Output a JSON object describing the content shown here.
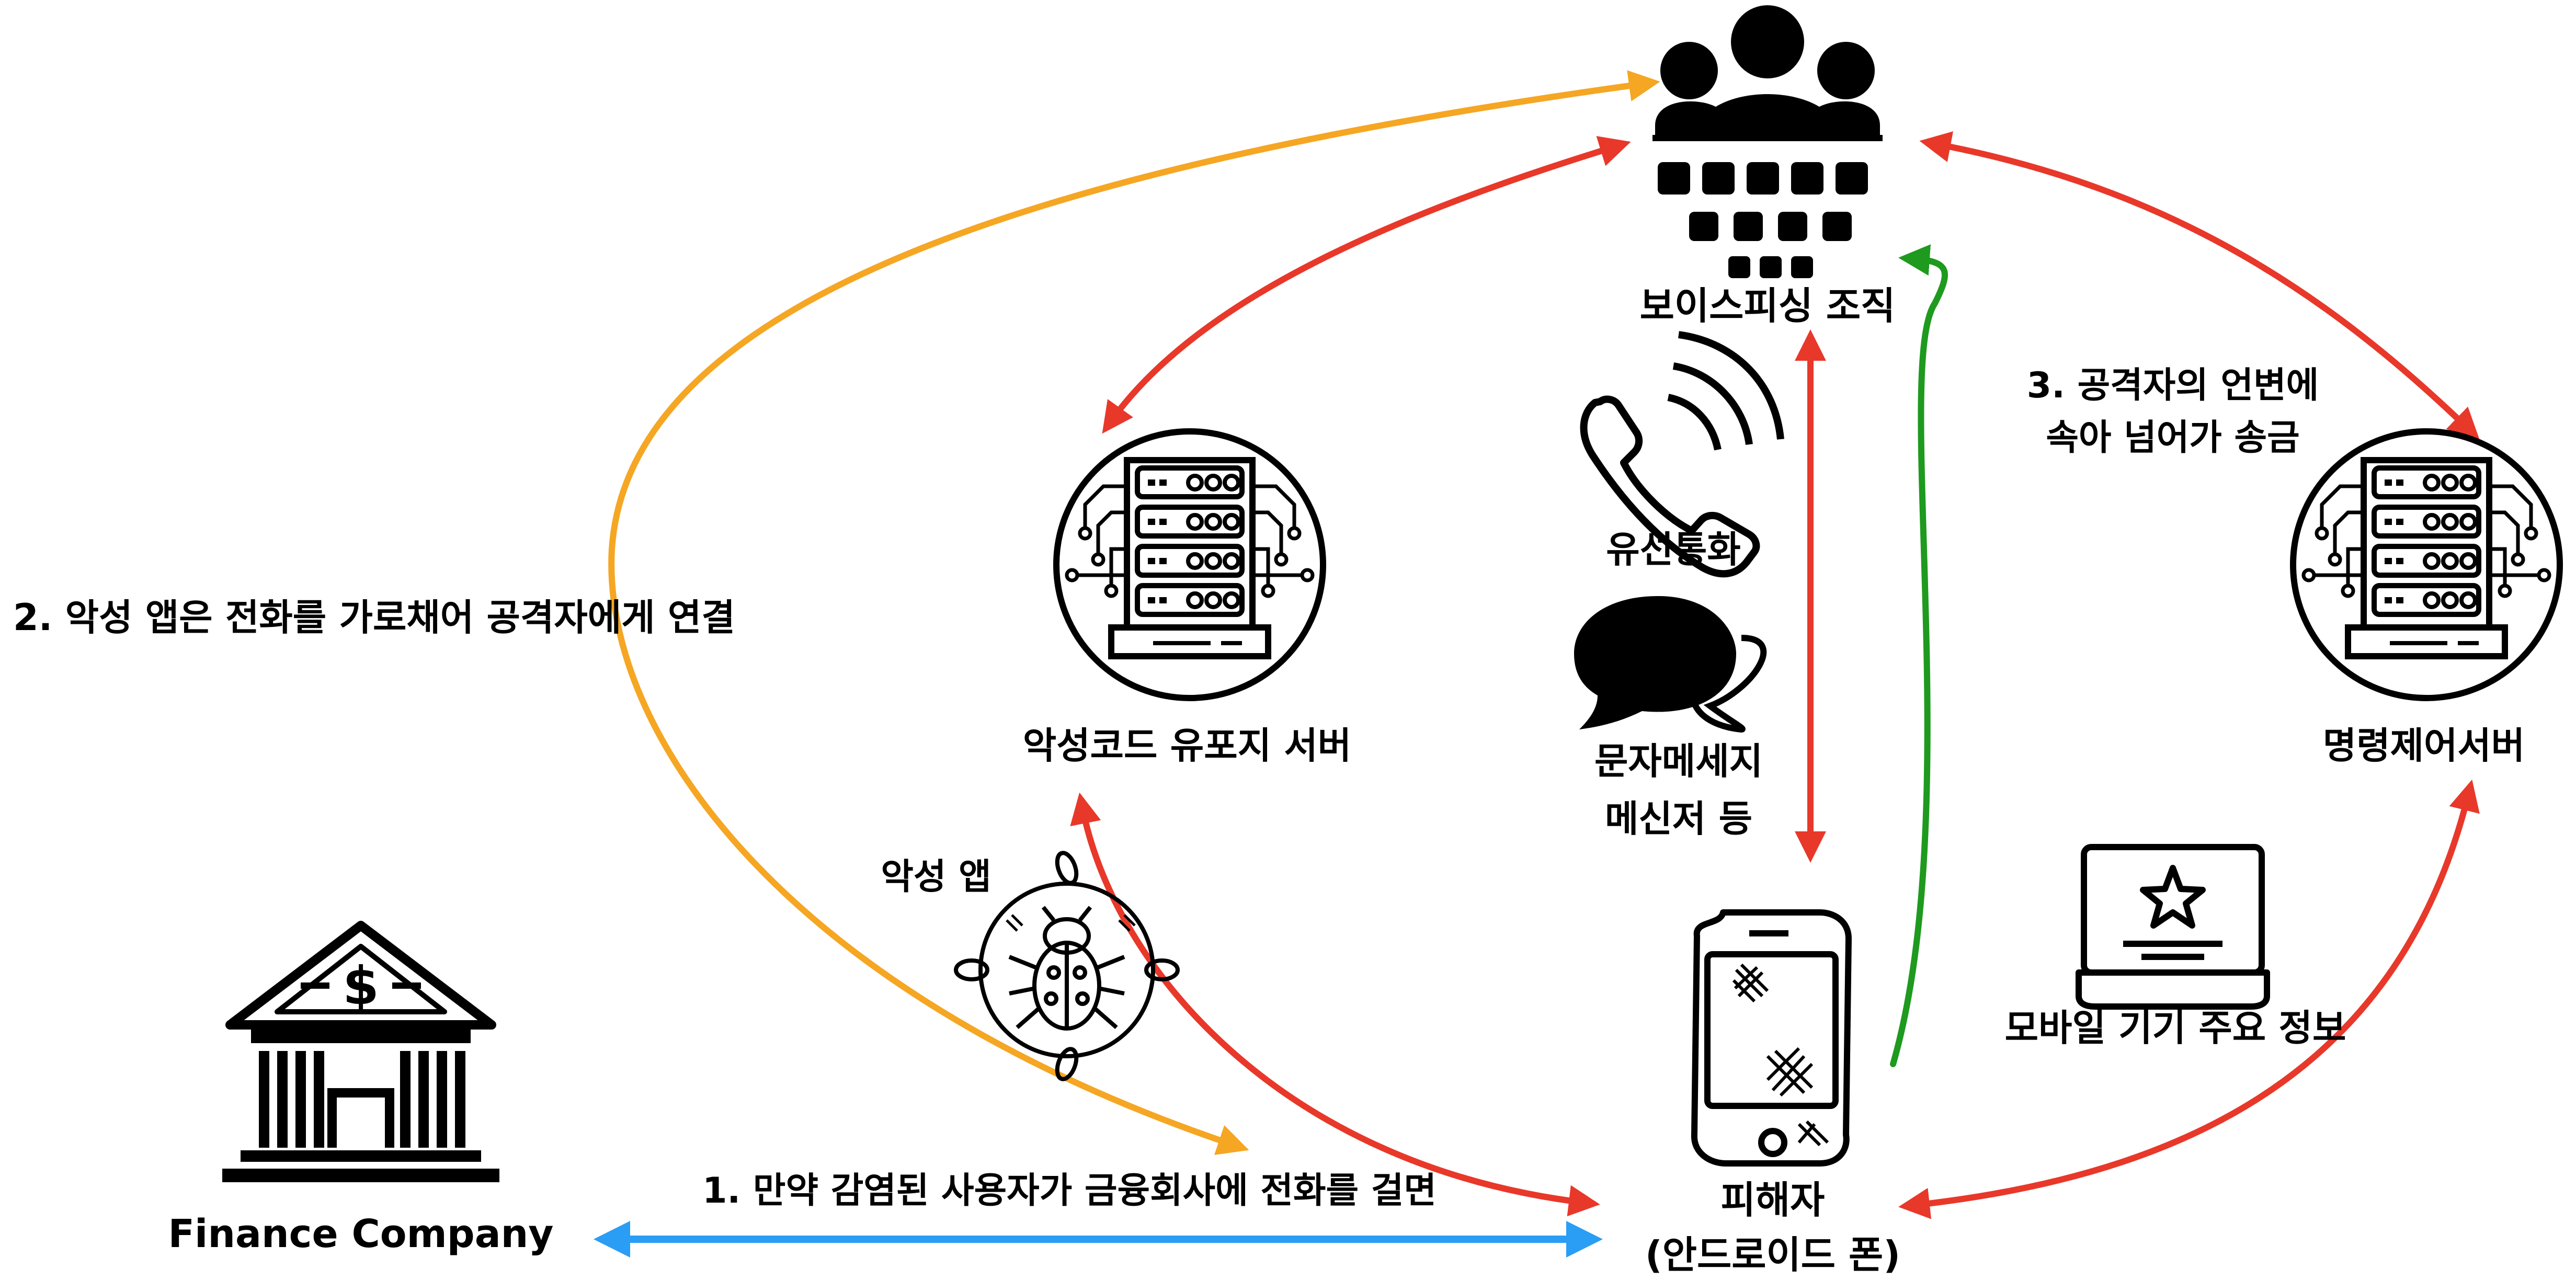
{
  "nodes": {
    "voice_phishing_org": "보이스피싱 조직",
    "malware_server": "악성코드 유포지 서버",
    "c2_server": "명령제어서버",
    "finance_company": "Finance Company",
    "victim_line1": "피해자",
    "victim_line2": "(안드로이드 폰)",
    "malicious_app": "악성 앱",
    "wired_call": "유선통화",
    "messages_line1": "문자메세지",
    "messages_line2": "메신저 등",
    "mobile_info": "모바일 기기 주요 정보"
  },
  "steps": {
    "step1": "1. 만약 감염된 사용자가 금융회사에 전화를 걸면",
    "step2": "2. 악성 앱은 전화를 가로채어 공격자에게 연결",
    "step3_line1": "3. 공격자의 언변에",
    "step3_line2": "속아 넘어가 송금"
  },
  "colors": {
    "red_arrow": "#e8382a",
    "orange_arrow": "#f5a623",
    "green_arrow": "#1e9a1e",
    "blue_arrow": "#2a9df4",
    "icon": "#000000"
  },
  "icons": [
    "group-org-icon",
    "server-icon",
    "phone-handset-icon",
    "chat-bubble-icon",
    "bug-icon",
    "bank-icon",
    "smartphone-icon",
    "laptop-star-icon"
  ]
}
